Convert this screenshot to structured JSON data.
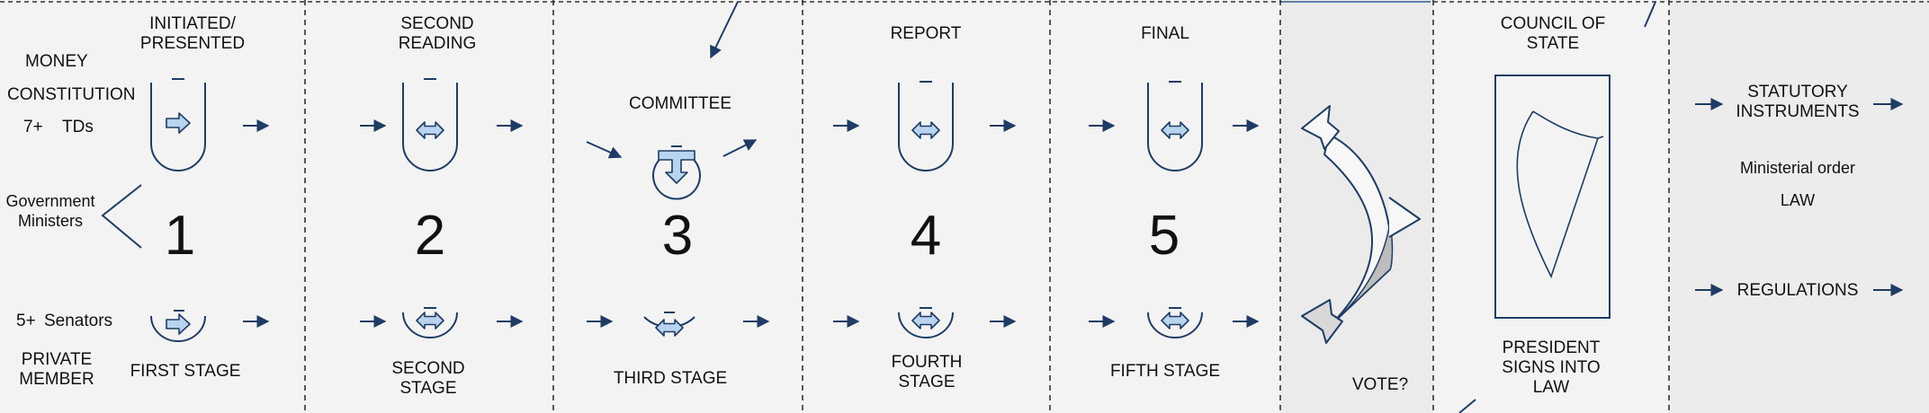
{
  "left_labels": {
    "money": "MONEY",
    "constitution": "CONSTITUTION",
    "tds_count": "7+",
    "tds": "TDs",
    "government_ministers": "Government\nMinisters",
    "senators_count": "5+",
    "senators": "Senators",
    "private_member": "PRIVATE\nMEMBER"
  },
  "stages": [
    {
      "number": "1",
      "title": "INITIATED/\nPRESENTED",
      "caption": "FIRST STAGE"
    },
    {
      "number": "2",
      "title": "SECOND\nREADING",
      "caption": "SECOND\nSTAGE"
    },
    {
      "number": "3",
      "title": "COMMITTEE",
      "caption": "THIRD STAGE"
    },
    {
      "number": "4",
      "title": "REPORT",
      "caption": "FOURTH\nSTAGE"
    },
    {
      "number": "5",
      "title": "FINAL",
      "caption": "FIFTH STAGE"
    }
  ],
  "vote_label": "VOTE?",
  "council_label": "COUNCIL OF\nSTATE",
  "president_label": "PRESIDENT\nSIGNS INTO\nLAW",
  "outcomes": {
    "statutory_instruments": "STATUTORY\nINSTRUMENTS",
    "ministerial_order": "Ministerial order",
    "law": "LAW",
    "regulations": "REGULATIONS"
  },
  "colors": {
    "line": "#1f3c64",
    "icon_fill": "#b9d4ee",
    "vote_panel": "#ebebeb",
    "outcome_panel": "#ececec",
    "background": "#f3f3f3"
  }
}
